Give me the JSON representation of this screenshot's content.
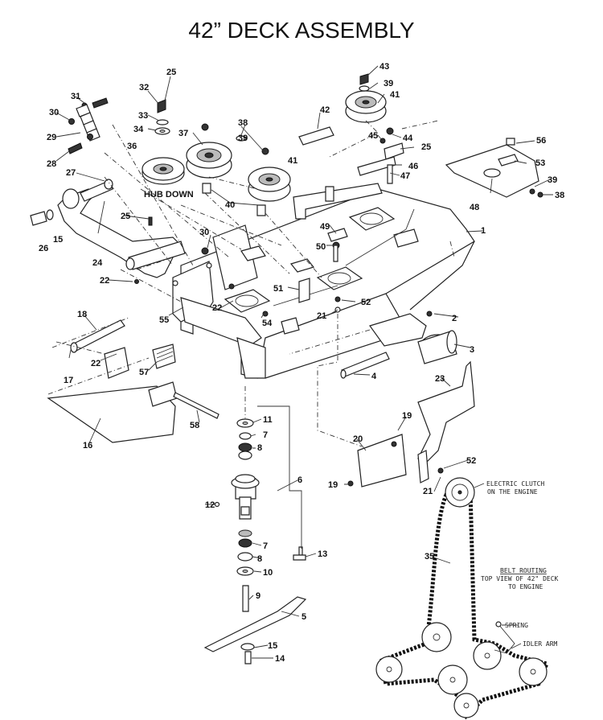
{
  "title": "42” DECK ASSEMBLY",
  "labels": {
    "hub_down": "HUB DOWN",
    "electric_clutch_1": "ELECTRIC CLUTCH",
    "electric_clutch_2": "ON THE ENGINE",
    "belt_routing_1": "BELT ROUTING",
    "belt_routing_2": "TOP VIEW OF 42\" DECK",
    "belt_routing_3": "TO ENGINE",
    "spring": "SPRING",
    "idler_arm": "IDLER ARM"
  },
  "callouts": [
    "1",
    "2",
    "3",
    "4",
    "5",
    "6",
    "7",
    "7",
    "8",
    "8",
    "9",
    "10",
    "11",
    "12",
    "13",
    "14",
    "15",
    "15",
    "16",
    "17",
    "18",
    "19",
    "19",
    "20",
    "21",
    "21",
    "22",
    "22",
    "22",
    "23",
    "24",
    "25",
    "25",
    "25",
    "26",
    "27",
    "28",
    "29",
    "30",
    "30",
    "31",
    "32",
    "33",
    "34",
    "35",
    "36",
    "37",
    "38",
    "38",
    "39",
    "39",
    "39",
    "40",
    "41",
    "41",
    "42",
    "43",
    "44",
    "45",
    "46",
    "47",
    "48",
    "49",
    "50",
    "51",
    "52",
    "52",
    "53",
    "54",
    "55",
    "56",
    "57",
    "58"
  ]
}
